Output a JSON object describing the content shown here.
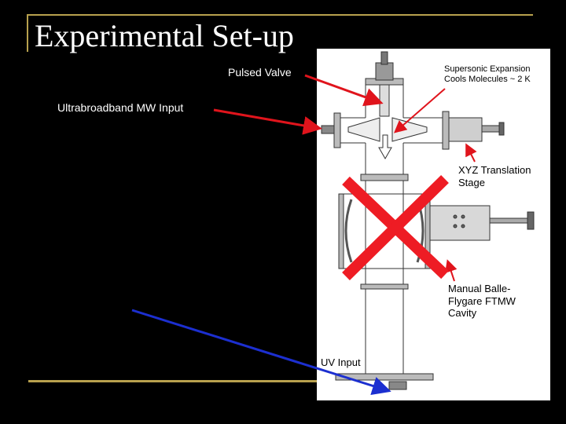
{
  "slide": {
    "title": "Experimental Set-up",
    "accent_color": "#b8a14e"
  },
  "labels": {
    "pulsed_valve": "Pulsed Valve",
    "ultrabroadband": "Ultrabroadband MW Input",
    "supersonic_line1": "Supersonic Expansion",
    "supersonic_line2": "Cools Molecules ~ 2 K",
    "xyz_line1": "XYZ Translation",
    "xyz_line2": "Stage",
    "manual_line1": "Manual Balle-",
    "manual_line2": "Flygare FTMW",
    "manual_line3": "Cavity",
    "uv_input": "UV Input"
  },
  "colors": {
    "red_arrow": "#e0141c",
    "blue_arrow": "#1c2fd0",
    "cross": "#ee1c24"
  }
}
